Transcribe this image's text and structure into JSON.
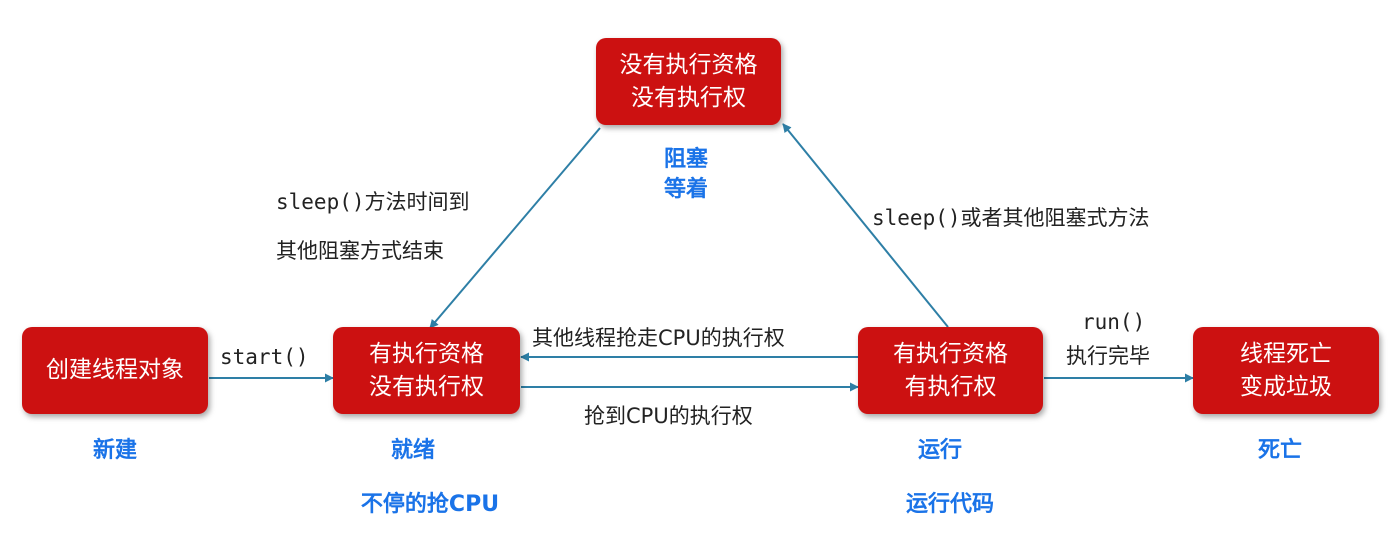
{
  "colors": {
    "box_fill": "#cc1111",
    "box_text": "#ffffff",
    "caption": "#1a73e8",
    "arrow": "#2e7fa6",
    "label": "#222222"
  },
  "states": {
    "new": {
      "lines": [
        "创建线程对象"
      ],
      "caption": [
        "新建"
      ]
    },
    "ready": {
      "lines": [
        "有执行资格",
        "没有执行权"
      ],
      "caption": [
        "就绪"
      ],
      "note": "不停的抢CPU"
    },
    "running": {
      "lines": [
        "有执行资格",
        "有执行权"
      ],
      "caption": [
        "运行"
      ],
      "note": "运行代码"
    },
    "dead": {
      "lines": [
        "线程死亡",
        "变成垃圾"
      ],
      "caption": [
        "死亡"
      ]
    },
    "blocked": {
      "lines": [
        "没有执行资格",
        "没有执行权"
      ],
      "caption": [
        "阻塞",
        "等着"
      ]
    }
  },
  "transitions": {
    "new_to_ready": "start()",
    "running_to_ready": "其他线程抢走CPU的执行权",
    "ready_to_running": "抢到CPU的执行权",
    "running_to_dead": [
      "run()",
      "执行完毕"
    ],
    "running_to_blocked": "sleep()或者其他阻塞式方法",
    "blocked_to_ready": [
      "sleep()方法时间到",
      "其他阻塞方式结束"
    ]
  }
}
